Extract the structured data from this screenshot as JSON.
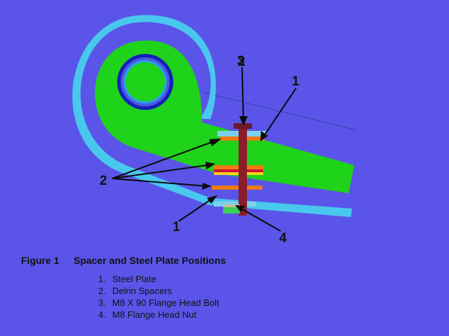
{
  "figure": {
    "number": "Figure 1",
    "title": "Spacer and Steel Plate Positions"
  },
  "callouts": [
    "1",
    "2",
    "3",
    "1",
    "4"
  ],
  "legend": [
    {
      "num": "1.",
      "text": "Steel Plate"
    },
    {
      "num": "2.",
      "text": "Delrin Spacers"
    },
    {
      "num": "3.",
      "text": "M8 X 90 Flange Head Bolt"
    },
    {
      "num": "4.",
      "text": "M8 Flange Head Nut"
    }
  ],
  "colors": {
    "background": "#5a55e8",
    "leaf_spring": "#1fd21a",
    "outer_wrap": "#49c8ee",
    "bushing": "#1520b8",
    "bolt": "#8b1d2a",
    "delrin_spacer": "#f07a12",
    "steel_plate": "#7fd0ee"
  }
}
